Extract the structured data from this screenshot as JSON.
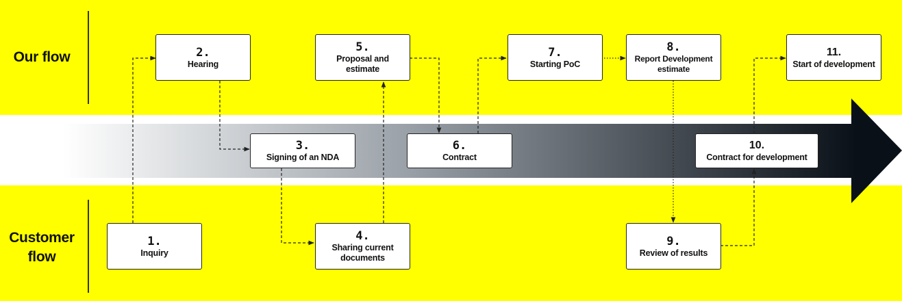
{
  "lanes": {
    "our_flow": "Our flow",
    "customer_flow_line1": "Customer",
    "customer_flow_line2": "flow"
  },
  "steps": [
    {
      "id": 1,
      "number": "1.",
      "label": "Inquiry",
      "lane": "customer"
    },
    {
      "id": 2,
      "number": "2.",
      "label": "Hearing",
      "lane": "ours"
    },
    {
      "id": 3,
      "number": "3.",
      "label": "Signing of an NDA",
      "lane": "middle"
    },
    {
      "id": 4,
      "number": "4.",
      "label": "Sharing current documents",
      "lane": "customer"
    },
    {
      "id": 5,
      "number": "5.",
      "label": "Proposal and estimate",
      "lane": "ours"
    },
    {
      "id": 6,
      "number": "6.",
      "label": "Contract",
      "lane": "middle"
    },
    {
      "id": 7,
      "number": "7.",
      "label": "Starting PoC",
      "lane": "ours"
    },
    {
      "id": 8,
      "number": "8.",
      "label": "Report Development estimate",
      "lane": "ours"
    },
    {
      "id": 9,
      "number": "9.",
      "label": "Review of results",
      "lane": "customer"
    },
    {
      "id": 10,
      "number": "10.",
      "label": "Contract for development",
      "lane": "middle"
    },
    {
      "id": 11,
      "number": "11.",
      "label": "Start of development",
      "lane": "ours"
    }
  ],
  "colors": {
    "background": "#ffff00",
    "band": "#ffffff",
    "arrow_dark": "#0a1017",
    "box_border": "#222222",
    "text": "#111111"
  }
}
